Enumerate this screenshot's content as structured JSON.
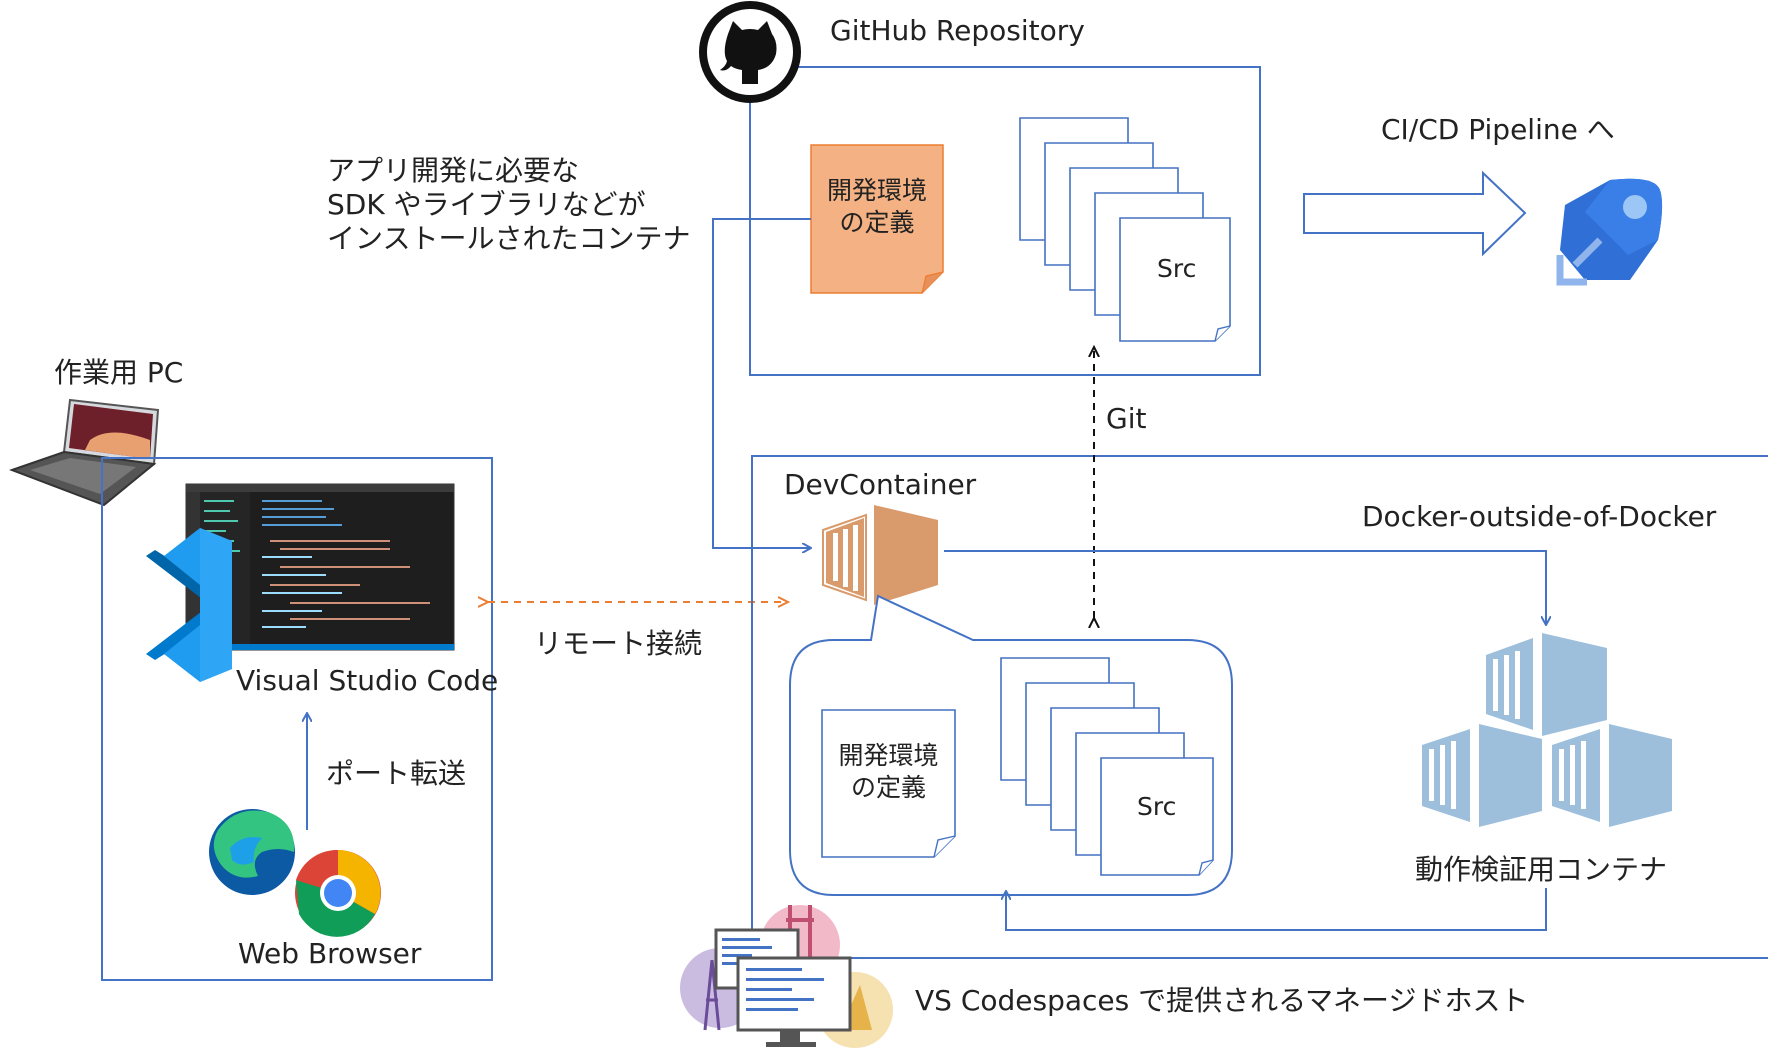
{
  "labels": {
    "github_repository": "GitHub Repository",
    "cicd_pipeline": "CI/CD Pipeline へ",
    "container_desc": "アプリ開発に必要な\nSDK やライブラリなどが\nインストールされたコンテナ",
    "devenv_def_top": "開発環境\nの定義",
    "src_top": "Src",
    "work_pc": "作業用 PC",
    "git": "Git",
    "devcontainer": "DevContainer",
    "docker_outside": "Docker-outside-of-Docker",
    "remote_connection": "リモート接続",
    "vscode": "Visual Studio Code",
    "port_forward": "ポート転送",
    "web_browser": "Web Browser",
    "devenv_def_inner": "開発環境\nの定義",
    "src_inner": "Src",
    "verify_container": "動作検証用コンテナ",
    "codespaces_host": "VS Codespaces で提供されるマネージドホスト"
  },
  "colors": {
    "blue_line": "#4472c4",
    "orange_dash": "#ed7d31",
    "note_fill": "#f4b183",
    "note_stroke": "#ed7d31",
    "devcontainer_icon": "#d99a6c",
    "verify_icon": "#9dbfdc",
    "pipeline_icon": "#2f6fd6"
  },
  "icons": {
    "github": "github-octocat-icon",
    "pipeline": "azure-pipelines-rocket-icon",
    "laptop": "laptop-icon",
    "vscode": "vscode-logo-icon",
    "edge": "edge-logo-icon",
    "chrome": "chrome-logo-icon",
    "container": "container-icon",
    "codespaces": "codespaces-city-icon"
  }
}
